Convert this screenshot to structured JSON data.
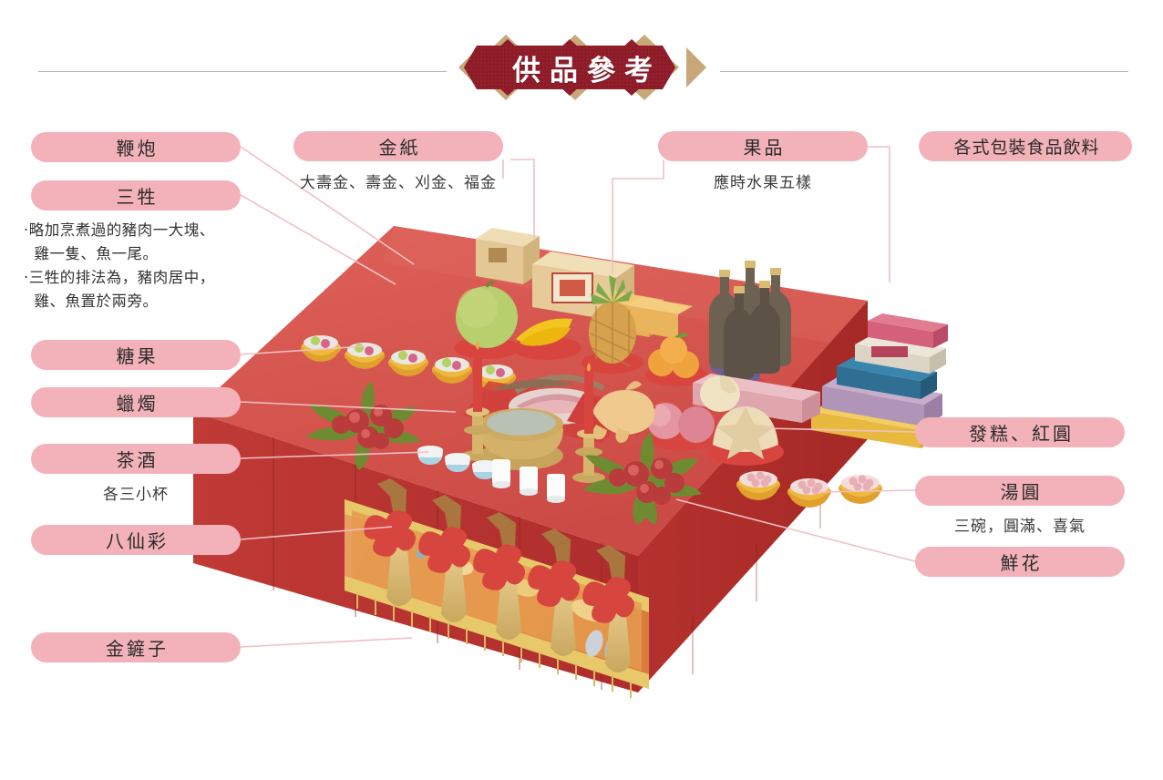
{
  "page": {
    "title": "供品參考",
    "background": "#ffffff",
    "accent_pill": "#f3b2b9",
    "accent_banner_dark": "#8e1b28",
    "accent_banner_gold": "#c8a878",
    "tablecloth_top": "#d6554f",
    "tablecloth_side": "#b8332f",
    "leader_line_color": "#f0c0c4"
  },
  "labels": {
    "left": [
      {
        "name": "firecrackers",
        "text": "鞭炮"
      },
      {
        "name": "three-sacrifices",
        "text": "三牲",
        "note": "·略加烹煮過的豬肉一大塊、\n  雞一隻、魚一尾。\n·三牲的排法為，豬肉居中，\n  雞、魚置於兩旁。"
      },
      {
        "name": "candy",
        "text": "糖果"
      },
      {
        "name": "candles",
        "text": "蠟燭"
      },
      {
        "name": "tea-and-wine",
        "text": "茶酒",
        "sub": "各三小杯"
      },
      {
        "name": "eight-immortals-banner",
        "text": "八仙彩"
      },
      {
        "name": "golden-shovels",
        "text": "金鏟子"
      }
    ],
    "top": [
      {
        "name": "joss-paper",
        "text": "金紙",
        "sub": "大壽金、壽金、刈金、福金"
      },
      {
        "name": "fruits",
        "text": "果品",
        "sub": "應時水果五樣"
      },
      {
        "name": "packaged-food-drinks",
        "text": "各式包裝食品飲料"
      }
    ],
    "right": [
      {
        "name": "fagao-red-round-cake",
        "text": "發糕、紅圓"
      },
      {
        "name": "tangyuan",
        "text": "湯圓",
        "sub": "三碗，圓滿、喜氣"
      },
      {
        "name": "fresh-flowers",
        "text": "鮮花"
      }
    ]
  },
  "scene": {
    "description": "紅布供桌上擺滿供品",
    "items": [
      "金紙",
      "柚子",
      "香蕉",
      "鳳梨",
      "橘子",
      "葡萄",
      "酒瓶",
      "包裝禮盒",
      "發糕",
      "紅圓",
      "湯圓",
      "糖果碗",
      "蠟燭",
      "香爐",
      "茶杯",
      "酒杯",
      "鮮花",
      "三牲",
      "金鏟子",
      "八仙彩"
    ]
  }
}
